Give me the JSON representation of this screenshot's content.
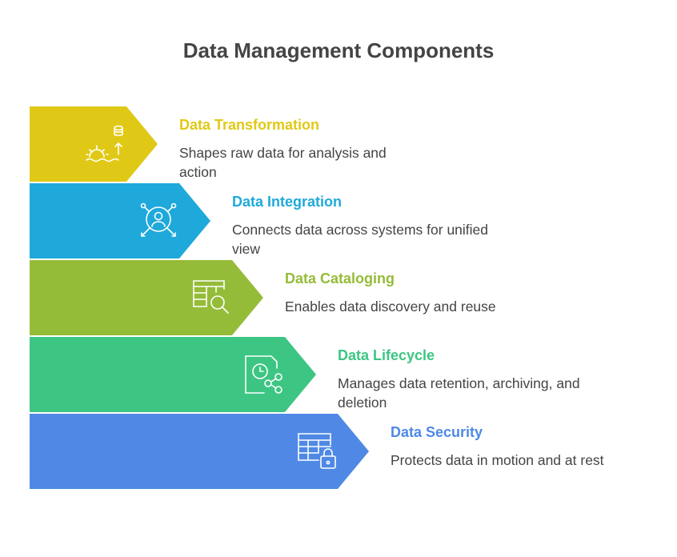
{
  "title": "Data Management Components",
  "items": [
    {
      "title": "Data Transformation",
      "description": "Shapes raw data for analysis and action",
      "color": "#E0C916",
      "icon": "gear-database-upload-icon"
    },
    {
      "title": "Data Integration",
      "description": "Connects data across systems for unified view",
      "color": "#1FA9DB",
      "icon": "user-network-icon"
    },
    {
      "title": "Data Cataloging",
      "description": "Enables data discovery and reuse",
      "color": "#95BC38",
      "icon": "table-search-icon"
    },
    {
      "title": "Data Lifecycle",
      "description": "Manages data retention, archiving, and deletion",
      "color": "#3DC583",
      "icon": "document-clock-share-icon"
    },
    {
      "title": "Data Security",
      "description": "Protects data in motion and at rest",
      "color": "#4F89E5",
      "icon": "table-lock-icon"
    }
  ]
}
